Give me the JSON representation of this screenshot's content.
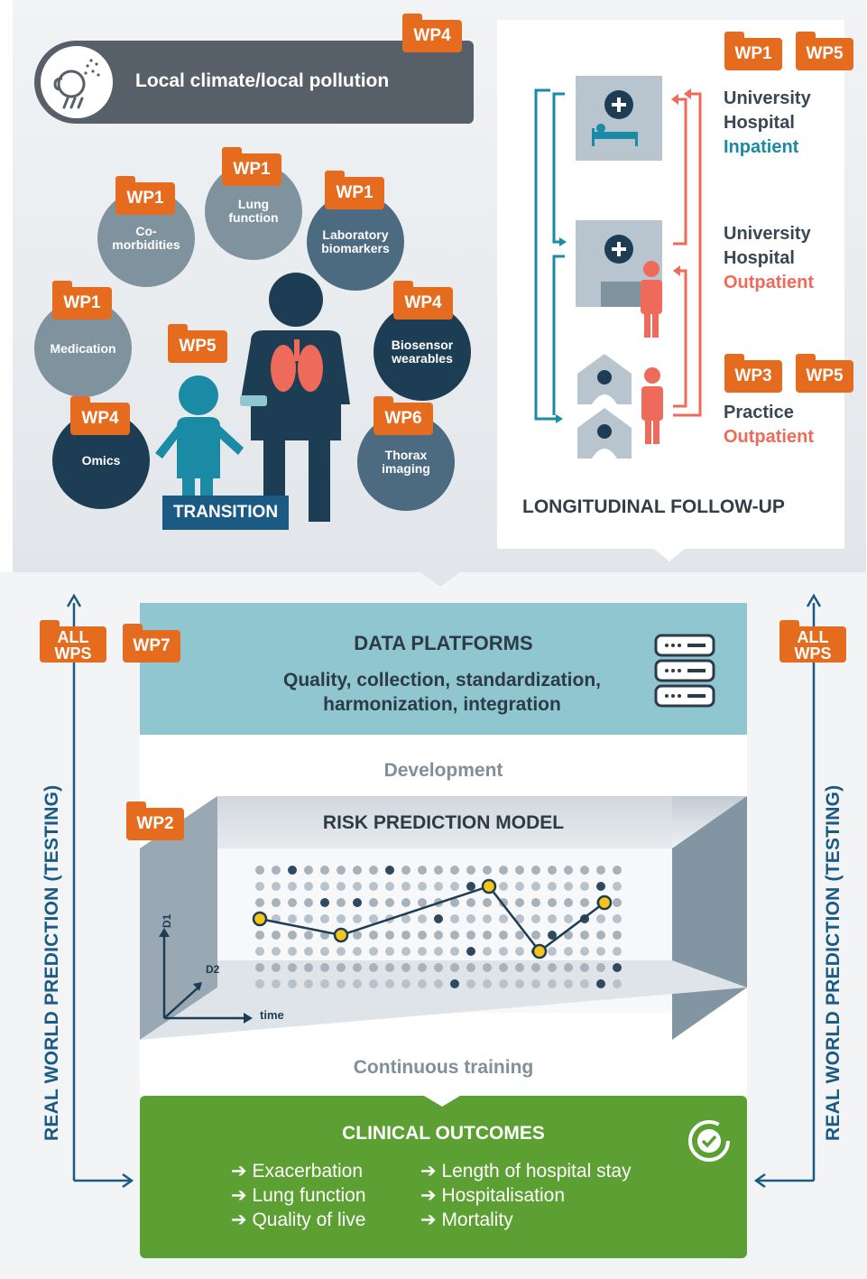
{
  "top_section": {
    "climate_label": "Local climate/local pollution",
    "climate_wp": "WP4",
    "bubbles": [
      {
        "label": "Co-\nmorbidities",
        "wp": "WP1"
      },
      {
        "label": "Lung\nfunction",
        "wp": "WP1"
      },
      {
        "label": "Laboratory\nbiomarkers",
        "wp": "WP1"
      },
      {
        "label": "Medication",
        "wp": "WP1"
      },
      {
        "label": "Biosensor\nwearables",
        "wp": "WP4"
      },
      {
        "label": "Omics",
        "wp": "WP4"
      },
      {
        "label": "Thorax\nimaging",
        "wp": "WP6"
      }
    ],
    "child_wp": "WP5",
    "transition_label": "TRANSITION"
  },
  "follow_up": {
    "wp_top": [
      "WP1",
      "WP5"
    ],
    "wp_practice": [
      "WP3",
      "WP5"
    ],
    "inpatient": {
      "line1": "University",
      "line2": "Hospital",
      "line3": "Inpatient"
    },
    "outpatient": {
      "line1": "University",
      "line2": "Hospital",
      "line3": "Outpatient"
    },
    "practice": {
      "line1": "Practice",
      "line2": "Outpatient"
    },
    "title": "LONGITUDINAL FOLLOW-UP"
  },
  "data_platforms": {
    "wp": "WP7",
    "title": "DATA PLATFORMS",
    "subtitle_line1": "Quality, collection, standardization,",
    "subtitle_line2": "harmonization, integration"
  },
  "development_label": "Development",
  "risk_model": {
    "wp": "WP2",
    "title": "RISK PREDICTION MODEL",
    "axis_d1": "D1",
    "axis_d2": "D2",
    "axis_time": "time"
  },
  "training_label": "Continuous training",
  "clinical_outcomes": {
    "title": "CLINICAL OUTCOMES",
    "left_items": [
      "Exacerbation",
      "Lung function",
      "Quality of live"
    ],
    "right_items": [
      "Length of hospital stay",
      "Hospitalisation",
      "Mortality"
    ]
  },
  "side": {
    "label": "REAL WORLD PREDICTION (TESTING)",
    "wp_line1": "ALL",
    "wp_line2": "WPS"
  },
  "colors": {
    "orange": "#e56c1f",
    "teal": "#1b8aa5",
    "salmon": "#ee6a5b",
    "green": "#5c9f33",
    "data_blue": "#8fc6cf",
    "navy": "#1b5a82"
  }
}
